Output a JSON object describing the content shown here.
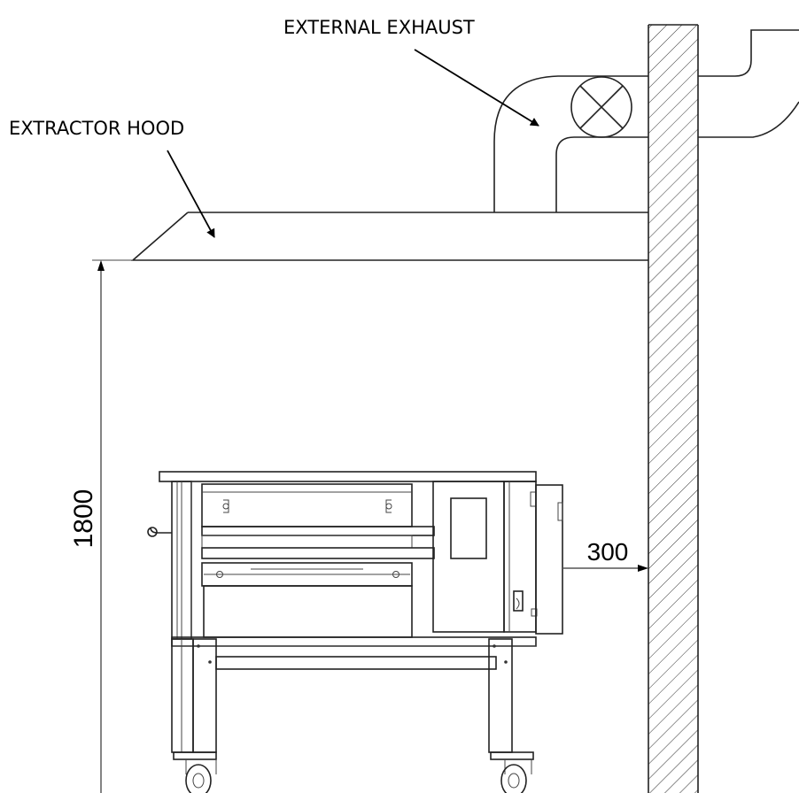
{
  "labels": {
    "external_exhaust": "EXTERNAL EXHAUST",
    "extractor_hood": "EXTRACTOR HOOD"
  },
  "dimensions": {
    "height": "1800",
    "wall_clearance": "300"
  }
}
